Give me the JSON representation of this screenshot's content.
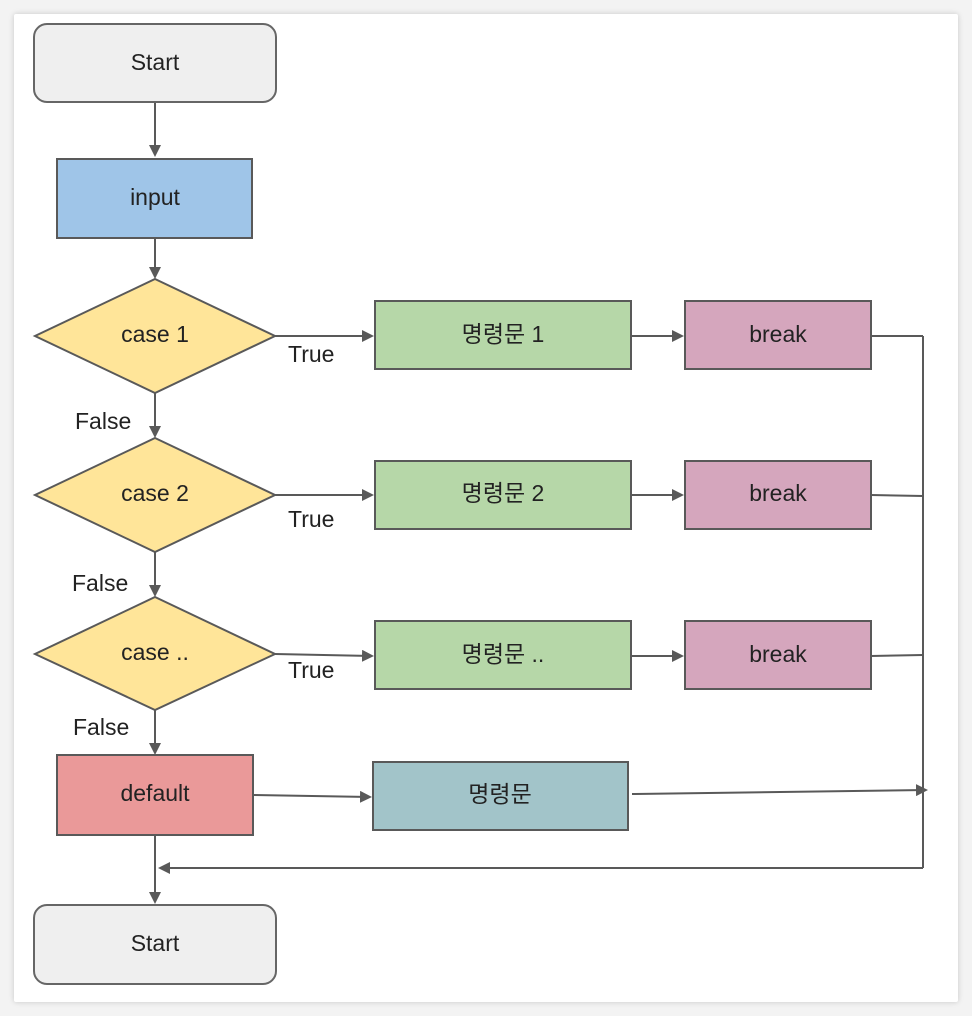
{
  "nodes": {
    "start_top": {
      "label": "Start",
      "color": "#efefef"
    },
    "input": {
      "label": "input",
      "color": "#9fc5e8"
    },
    "case1": {
      "label": "case 1",
      "color": "#ffe599"
    },
    "case2": {
      "label": "case 2",
      "color": "#ffe599"
    },
    "case3": {
      "label": "case ..",
      "color": "#ffe599"
    },
    "default": {
      "label": "default",
      "color": "#ea9999"
    },
    "stmt1": {
      "label": "명령문 1",
      "color": "#b6d7a8"
    },
    "stmt2": {
      "label": "명령문 2",
      "color": "#b6d7a8"
    },
    "stmt3": {
      "label": "명령문 ..",
      "color": "#b6d7a8"
    },
    "stmt_default": {
      "label": "명령문",
      "color": "#a2c4c9"
    },
    "break1": {
      "label": "break",
      "color": "#d5a6bd"
    },
    "break2": {
      "label": "break",
      "color": "#d5a6bd"
    },
    "break3": {
      "label": "break",
      "color": "#d5a6bd"
    },
    "start_bottom": {
      "label": "Start",
      "color": "#efefef"
    }
  },
  "edge_labels": {
    "true1": "True",
    "true2": "True",
    "true3": "True",
    "false1": "False",
    "false2": "False",
    "false3": "False"
  }
}
